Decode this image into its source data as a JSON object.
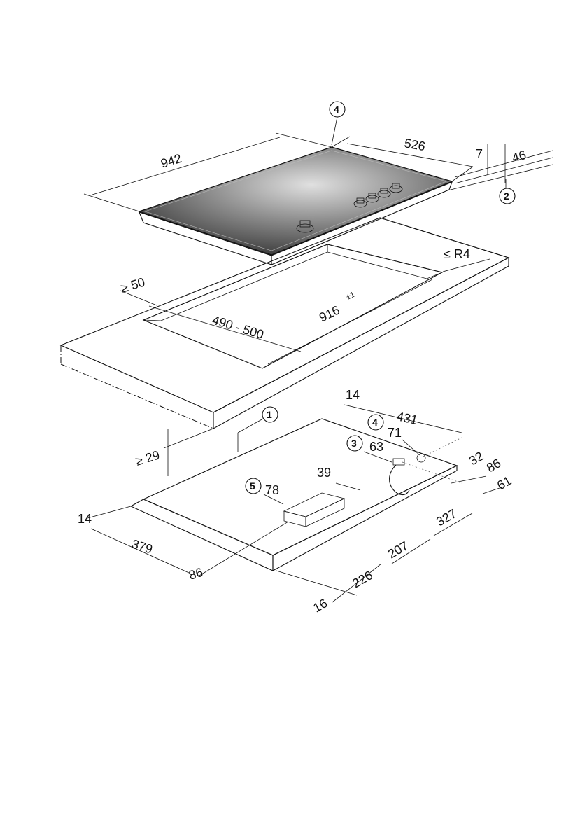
{
  "hob": {
    "callouts": {
      "top_connection": "4",
      "seal": "2"
    },
    "dims": {
      "width": "942",
      "depth": "526",
      "frame_height": "7",
      "total_height": "46"
    }
  },
  "worktop": {
    "dims": {
      "corner_radius": "≤ R4",
      "front_distance": "≥ 50",
      "cutout_depth": "490 - 500",
      "cutout_width": "916",
      "cutout_width_tolerance": "±1",
      "thickness": "≥ 29"
    }
  },
  "underside": {
    "callouts": {
      "housing": "1",
      "terminal_box": "3",
      "gas_connection": "4",
      "transformer": "5"
    },
    "dims": {
      "d14_top": "14",
      "d431": "431",
      "d71": "71",
      "d63": "63",
      "d32": "32",
      "d86_right": "86",
      "d61": "61",
      "d39": "39",
      "d78": "78",
      "d14_left": "14",
      "d379": "379",
      "d86_bottom": "86",
      "d327": "327",
      "d207": "207",
      "d226": "226",
      "d16": "16"
    }
  },
  "colors": {
    "line": "#111111",
    "glass_dark": "#2b2b2b",
    "glass_light": "#d9d9d9",
    "worktop": "#dcdcdc",
    "frame": "#c8c8c8"
  }
}
